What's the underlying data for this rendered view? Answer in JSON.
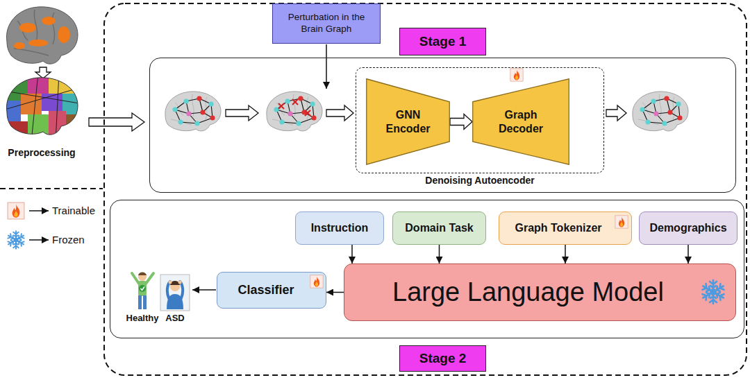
{
  "diagram": {
    "nodes": [
      {
        "text": [
          "Perturbation in the Brain Graph"
        ]
      },
      {
        "text": [
          "Stage 1"
        ]
      },
      {
        "text": [
          "Denoising Autoencoder"
        ],
        "in": 1
      },
      {
        "text": [
          "GNN Encoder"
        ],
        "in": 2
      },
      {
        "text": [
          "Graph Decoder"
        ],
        "in": 2
      },
      {
        "text": [
          "Stage 2"
        ]
      },
      {
        "text": [
          "Instruction"
        ],
        "in": 5
      },
      {
        "text": [
          "Domain Task"
        ],
        "in": 5
      },
      {
        "text": [
          "Graph Tokenizer"
        ],
        "in": 5
      },
      {
        "text": [
          "Demographics"
        ],
        "in": 5
      },
      {
        "text": [
          "Large Language Model"
        ],
        "in": 5
      },
      {
        "text": [
          "Classifier"
        ],
        "in": 5
      }
    ],
    "edges": [
      {
        "from": 3,
        "to": 4,
        "arrow": "to"
      },
      {
        "from": 6,
        "to": 10,
        "arrow": "to"
      },
      {
        "from": 7,
        "to": 10,
        "arrow": "to"
      },
      {
        "from": 8,
        "to": 10,
        "arrow": "to"
      },
      {
        "from": 9,
        "to": 10,
        "arrow": "to"
      },
      {
        "from": 10,
        "to": 11,
        "arrow": "to"
      }
    ],
    "labels": [
      "Preprocessing",
      "Healthy",
      "ASD"
    ],
    "legend": [
      {
        "text": "Trainable"
      },
      {
        "text": "Frozen"
      }
    ]
  }
}
